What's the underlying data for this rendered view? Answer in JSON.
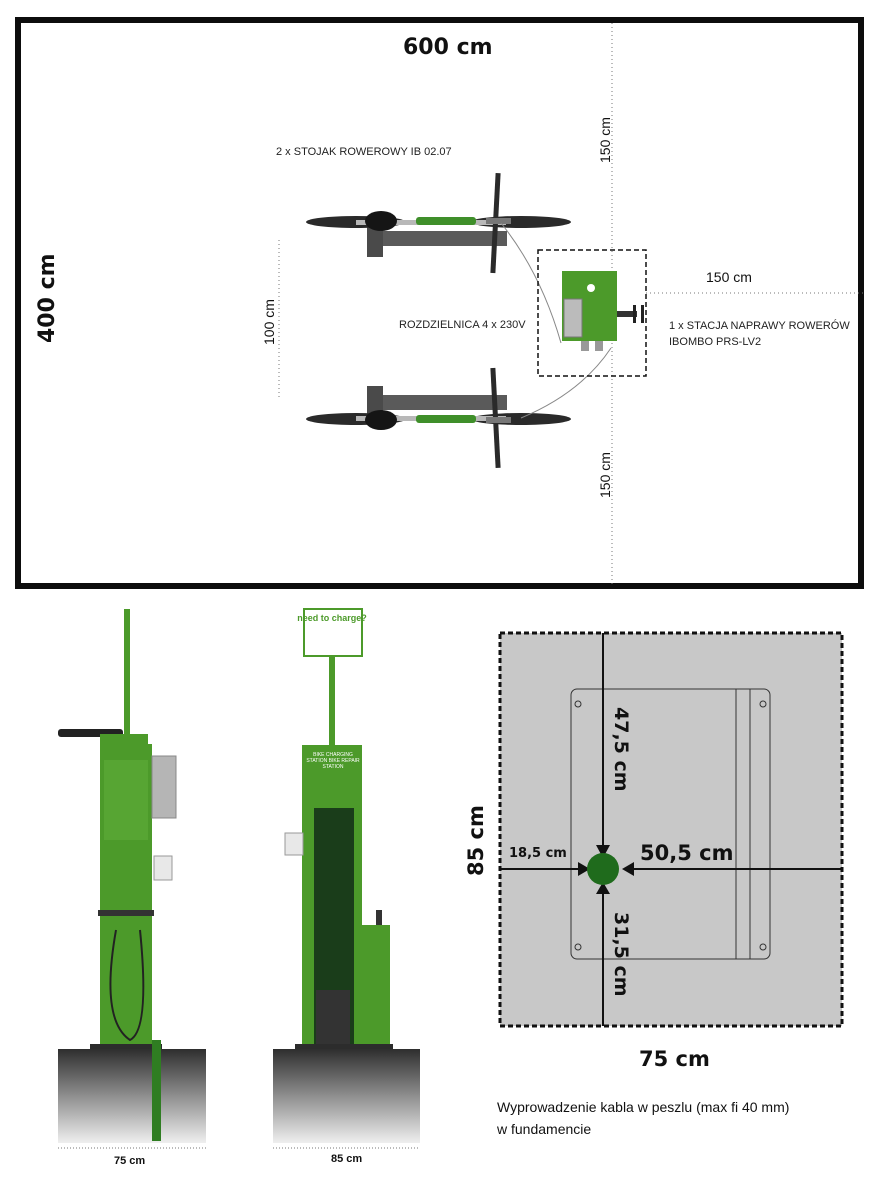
{
  "plan": {
    "width_label": "600 cm",
    "height_label": "400 cm",
    "top_gap_label": "150 cm",
    "bottom_gap_label": "150 cm",
    "right_gap_label": "150 cm",
    "rack_spacing_label": "100 cm",
    "rack_label": "2 x STOJAK ROWEROWY IB 02.07",
    "distributor_label": "ROZDZIELNICA 4 x 230V",
    "station_label_line1": "1 x STACJA NAPRAWY ROWERÓW",
    "station_label_line2": "IBOMBO PRS-LV2"
  },
  "station_views": {
    "side_width_label": "75 cm",
    "front_width_label": "85 cm",
    "sign_text": "need to charge?",
    "panel_header": "BIKE CHARGING STATION BIKE REPAIR STATION"
  },
  "foundation": {
    "width_label": "75 cm",
    "height_label": "85 cm",
    "top_label": "47,5 cm",
    "left_label": "18,5 cm",
    "right_label": "50,5 cm",
    "bottom_label": "31,5 cm",
    "note_line1": "Wyprowadzenie kabla w peszlu (max fi 40 mm)",
    "note_line2": "w fundamencie"
  },
  "colors": {
    "green": "#4c9a2a",
    "dark_green": "#1f6b1c",
    "frame": "#0d0d0d",
    "foundation_fill": "#c8c8c8"
  }
}
